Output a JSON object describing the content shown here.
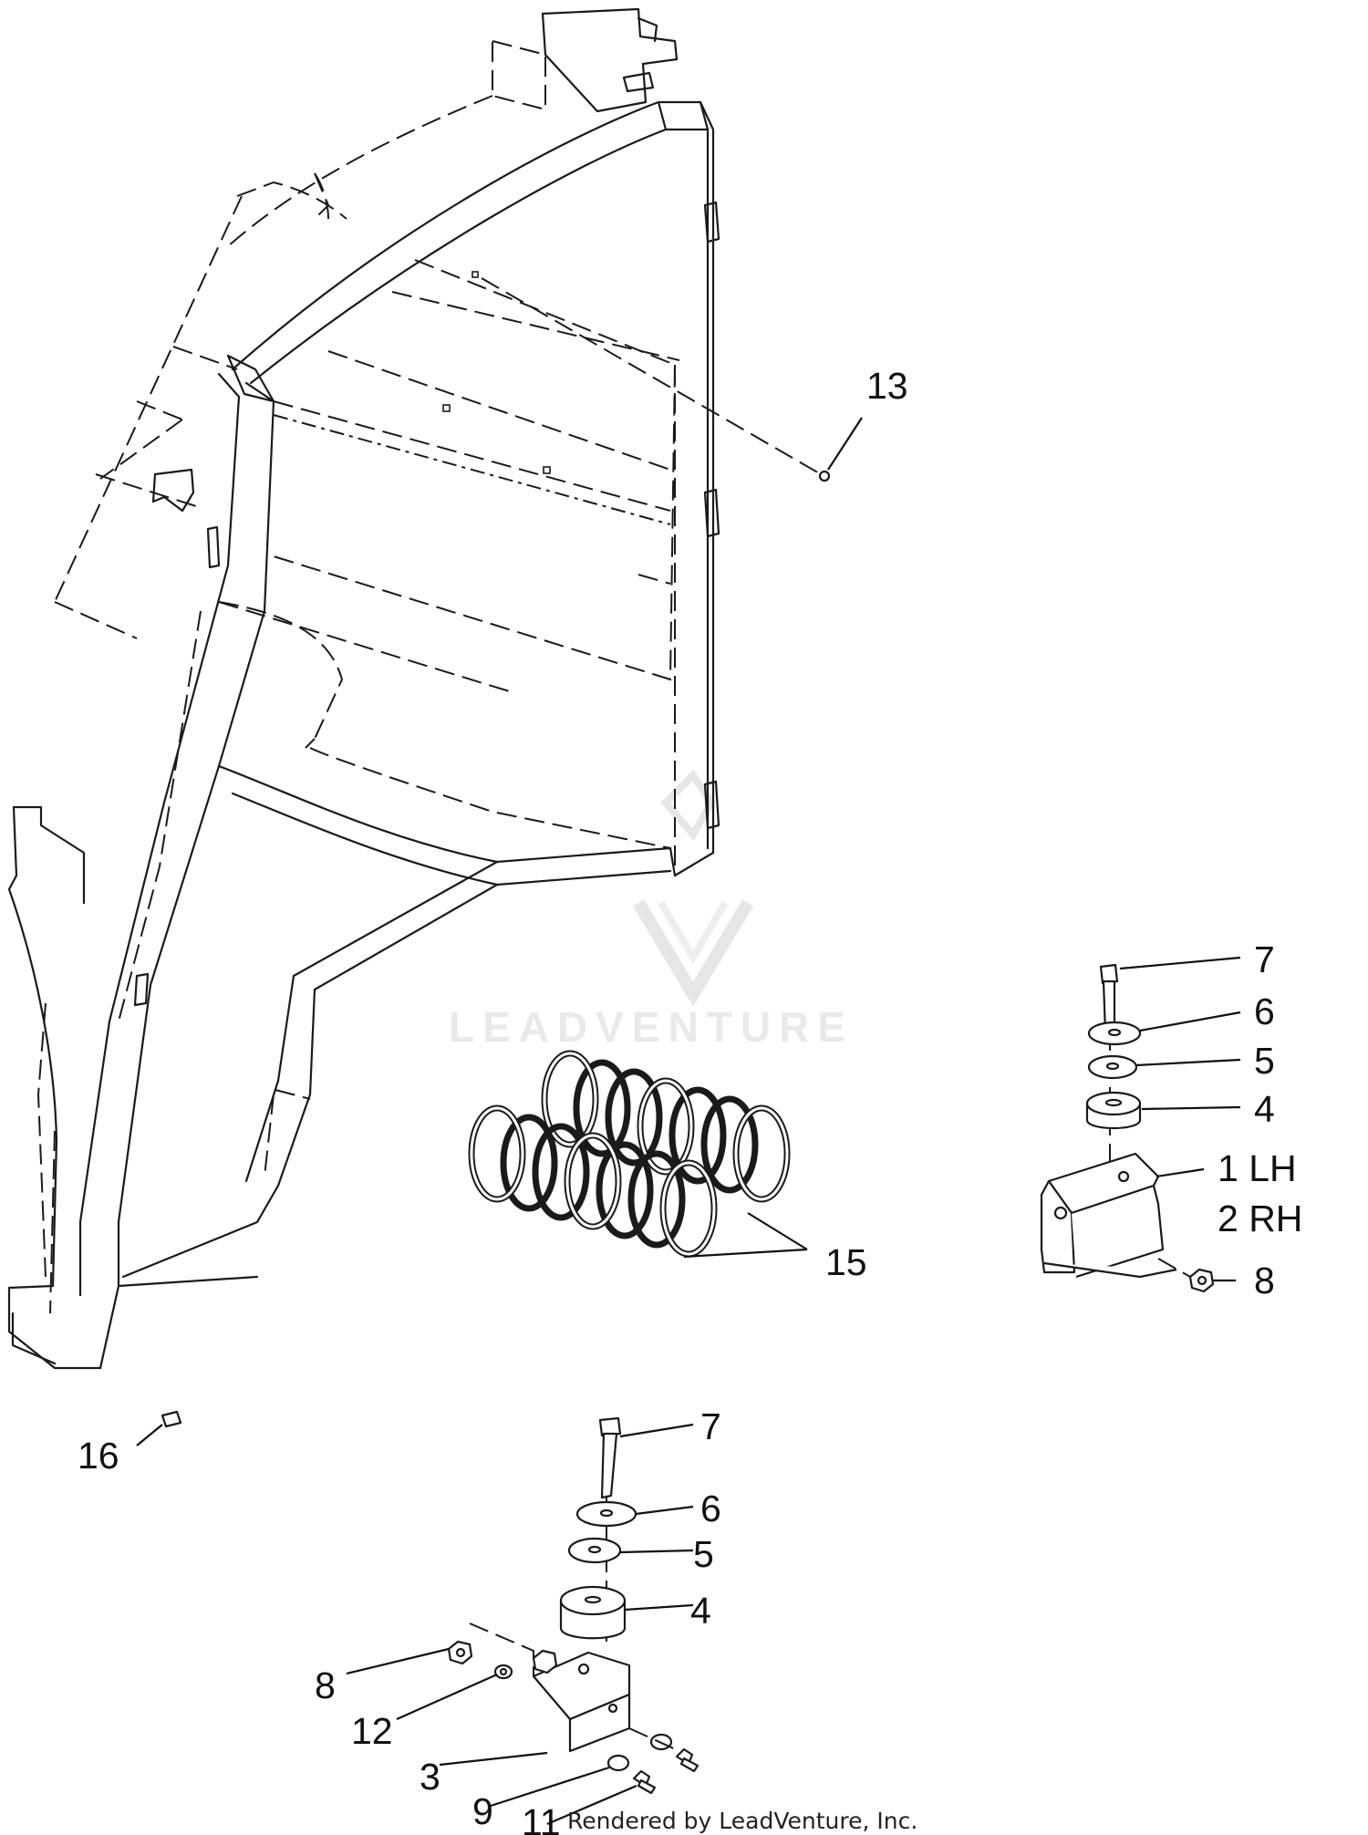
{
  "watermark": {
    "brand": "LEADVENTURE",
    "color": "#e9e9e9"
  },
  "footer": {
    "credit": "Rendered by LeadVenture, Inc."
  },
  "callouts": {
    "c13": "13",
    "c7_right": "7",
    "c6_right": "6",
    "c5_right": "5",
    "c4_right": "4",
    "c1": "1 LH",
    "c2": "2 RH",
    "c8_right": "8",
    "c15": "15",
    "c16": "16",
    "c7_bottom": "7",
    "c6_bottom": "6",
    "c5_bottom": "5",
    "c4_bottom": "4",
    "c8_bottom": "8",
    "c12": "12",
    "c3": "3",
    "c9": "9",
    "c11": "11"
  },
  "colors": {
    "line": "#1a1a1a",
    "background": "#ffffff"
  }
}
